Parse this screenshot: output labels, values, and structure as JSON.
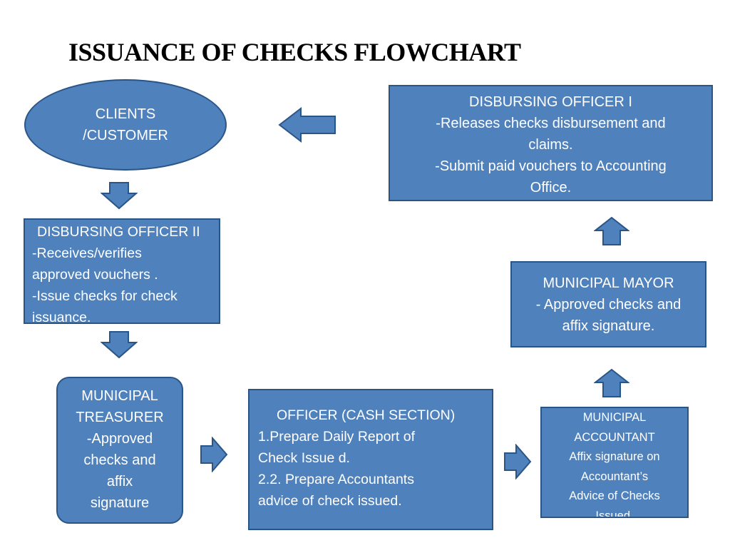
{
  "title": "ISSUANCE OF CHECKS FLOWCHART",
  "colors": {
    "node_fill": "#4f81bd",
    "node_border": "#2a5587",
    "text": "#ffffff"
  },
  "nodes": {
    "clients": {
      "lines": [
        "CLIENTS",
        "/CUSTOMER"
      ]
    },
    "disbursing_officer_2": {
      "lines": [
        "DISBURSING OFFICER II",
        "-Receives/verifies",
        "approved vouchers .",
        "-Issue checks for check",
        "issuance."
      ]
    },
    "municipal_treasurer": {
      "lines": [
        "MUNICIPAL",
        "TREASURER",
        "-Approved",
        "checks and",
        "affix",
        "signature"
      ]
    },
    "officer_cash_section": {
      "lines": [
        "OFFICER (CASH  SECTION)",
        "1.Prepare  Daily Report of",
        "Check Issue d.",
        "2.2. Prepare  Accountants",
        "advice of check issued."
      ]
    },
    "municipal_accountant": {
      "lines": [
        "MUNICIPAL",
        "ACCOUNTANT",
        "Affix signature on",
        "Accountant’s",
        "Advice of Checks",
        "Issued."
      ]
    },
    "municipal_mayor": {
      "lines": [
        "MUNICIPAL MAYOR",
        "- Approved checks and",
        "affix signature."
      ]
    },
    "disbursing_officer_1": {
      "lines": [
        "DISBURSING OFFICER I",
        "-Releases checks  disbursement and",
        "claims.",
        "-Submit paid vouchers to Accounting",
        "Office."
      ]
    }
  },
  "arrows": [
    {
      "name": "arrow-disbursing-officer-1-to-clients",
      "direction": "left"
    },
    {
      "name": "arrow-clients-to-disbursing-officer-2",
      "direction": "down"
    },
    {
      "name": "arrow-disbursing-officer-2-to-treasurer",
      "direction": "down"
    },
    {
      "name": "arrow-treasurer-to-cash-section",
      "direction": "right"
    },
    {
      "name": "arrow-cash-section-to-accountant",
      "direction": "right"
    },
    {
      "name": "arrow-accountant-to-mayor",
      "direction": "up"
    },
    {
      "name": "arrow-mayor-to-disbursing-officer-1",
      "direction": "up"
    }
  ]
}
